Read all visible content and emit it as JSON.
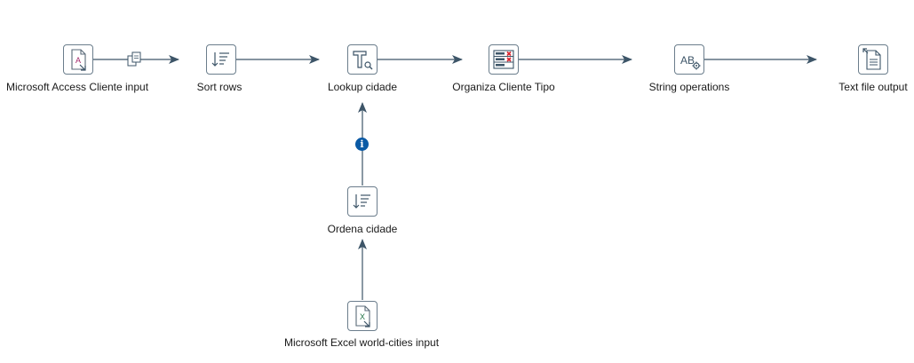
{
  "steps": {
    "access_input": {
      "label": "Microsoft Access Cliente input",
      "icon": "access-input-icon"
    },
    "sort_rows": {
      "label": "Sort rows",
      "icon": "sort-icon"
    },
    "lookup_cidade": {
      "label": "Lookup cidade",
      "icon": "lookup-icon"
    },
    "organiza_cliente": {
      "label": "Organiza Cliente Tipo",
      "icon": "select-values-icon"
    },
    "string_ops": {
      "label": "String operations",
      "icon": "string-operations-icon"
    },
    "text_output": {
      "label": "Text file output",
      "icon": "text-file-output-icon"
    },
    "ordena_cidade": {
      "label": "Ordena cidade",
      "icon": "sort-icon"
    },
    "excel_input": {
      "label": "Microsoft Excel world-cities input",
      "icon": "excel-input-icon"
    }
  },
  "hops": {
    "info_badge": "i",
    "copy_icon": "copy-rows-icon"
  },
  "colors": {
    "hop": "#3d5568",
    "border": "#6b7d8c",
    "badge": "#0b5aa5",
    "access": "#a4286a",
    "excel": "#217346",
    "error_x": "#d9232d"
  }
}
